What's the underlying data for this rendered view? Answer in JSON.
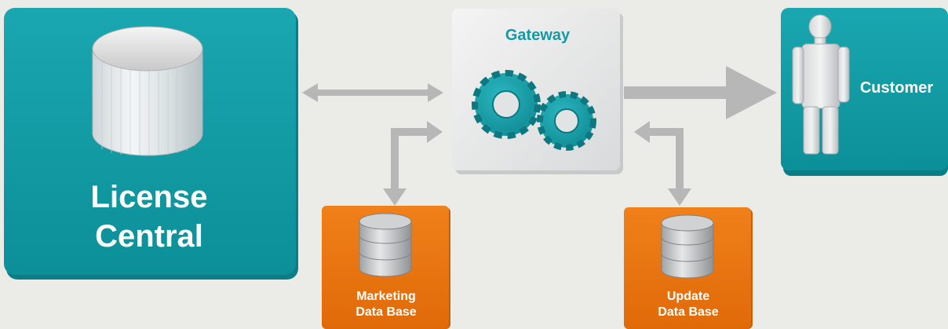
{
  "license_central": {
    "line1": "License",
    "line2": "Central"
  },
  "gateway": {
    "title": "Gateway"
  },
  "customer": {
    "label": "Customer"
  },
  "marketing_db": {
    "line1": "Marketing",
    "line2": "Data Base"
  },
  "update_db": {
    "line1": "Update",
    "line2": "Data Base"
  },
  "colors": {
    "teal": "#119aa3",
    "teal_dark": "#0a7d86",
    "orange": "#e8720c",
    "arrow": "#b7b7b7",
    "background": "#ebebe8",
    "gear": "#17a2ac"
  }
}
